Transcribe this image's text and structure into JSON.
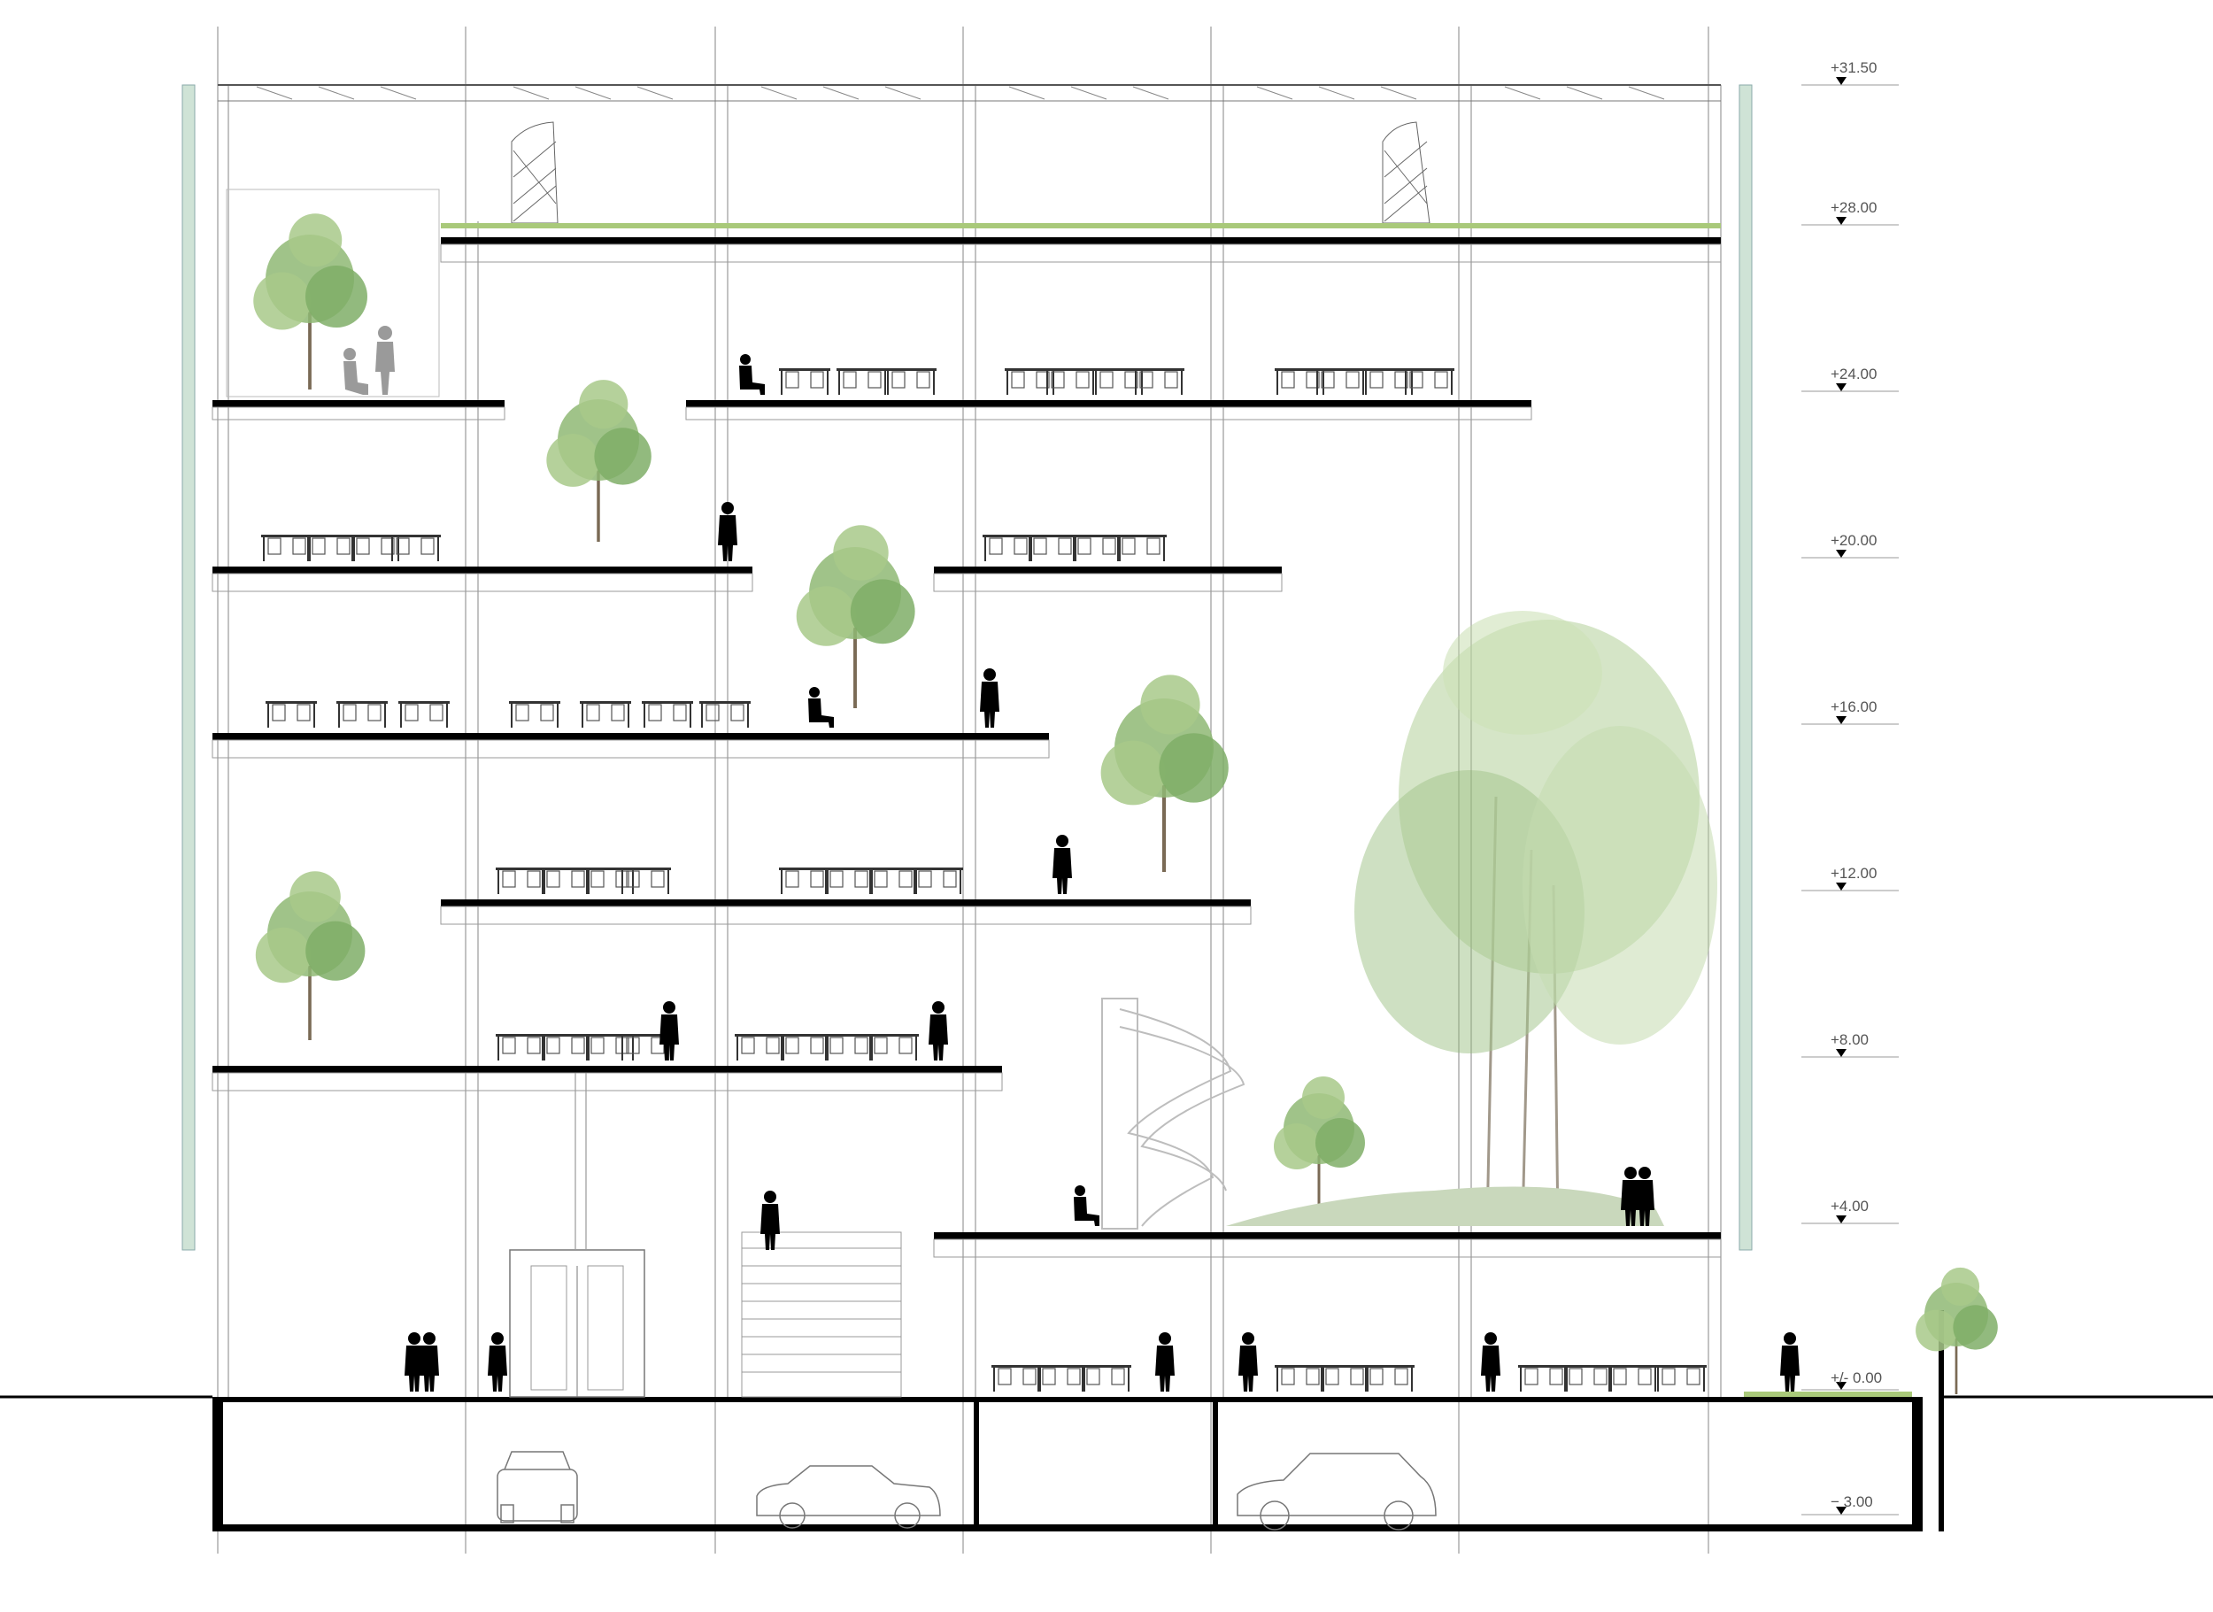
{
  "drawing": {
    "levels": [
      {
        "id": "l3150",
        "label": "+31.50"
      },
      {
        "id": "l2800",
        "label": "+28.00"
      },
      {
        "id": "l2400",
        "label": "+24.00"
      },
      {
        "id": "l2000",
        "label": "+20.00"
      },
      {
        "id": "l1600",
        "label": "+16.00"
      },
      {
        "id": "l1200",
        "label": "+12.00"
      },
      {
        "id": "l800",
        "label": "+8.00"
      },
      {
        "id": "l400",
        "label": "+4.00"
      },
      {
        "id": "l000",
        "label": "+/-  0.00"
      },
      {
        "id": "lm300",
        "label": "− 3.00"
      }
    ],
    "colors": {
      "structure": "#000000",
      "thin_line": "#9a9a9a",
      "glass": "#cfe3d6",
      "green_roof": "#a9c97a",
      "tree_light": "#a8c98a",
      "tree_mid": "#7fae67",
      "tree_dark": "#5d8f4c",
      "people": "#000000",
      "slide": "#d8d8d8",
      "mound": "#c9d8bc"
    },
    "icons": [
      "tree-icon",
      "person-icon",
      "car-icon",
      "desk-icon",
      "spiral-slide-icon",
      "stair-icon",
      "door-icon"
    ]
  }
}
